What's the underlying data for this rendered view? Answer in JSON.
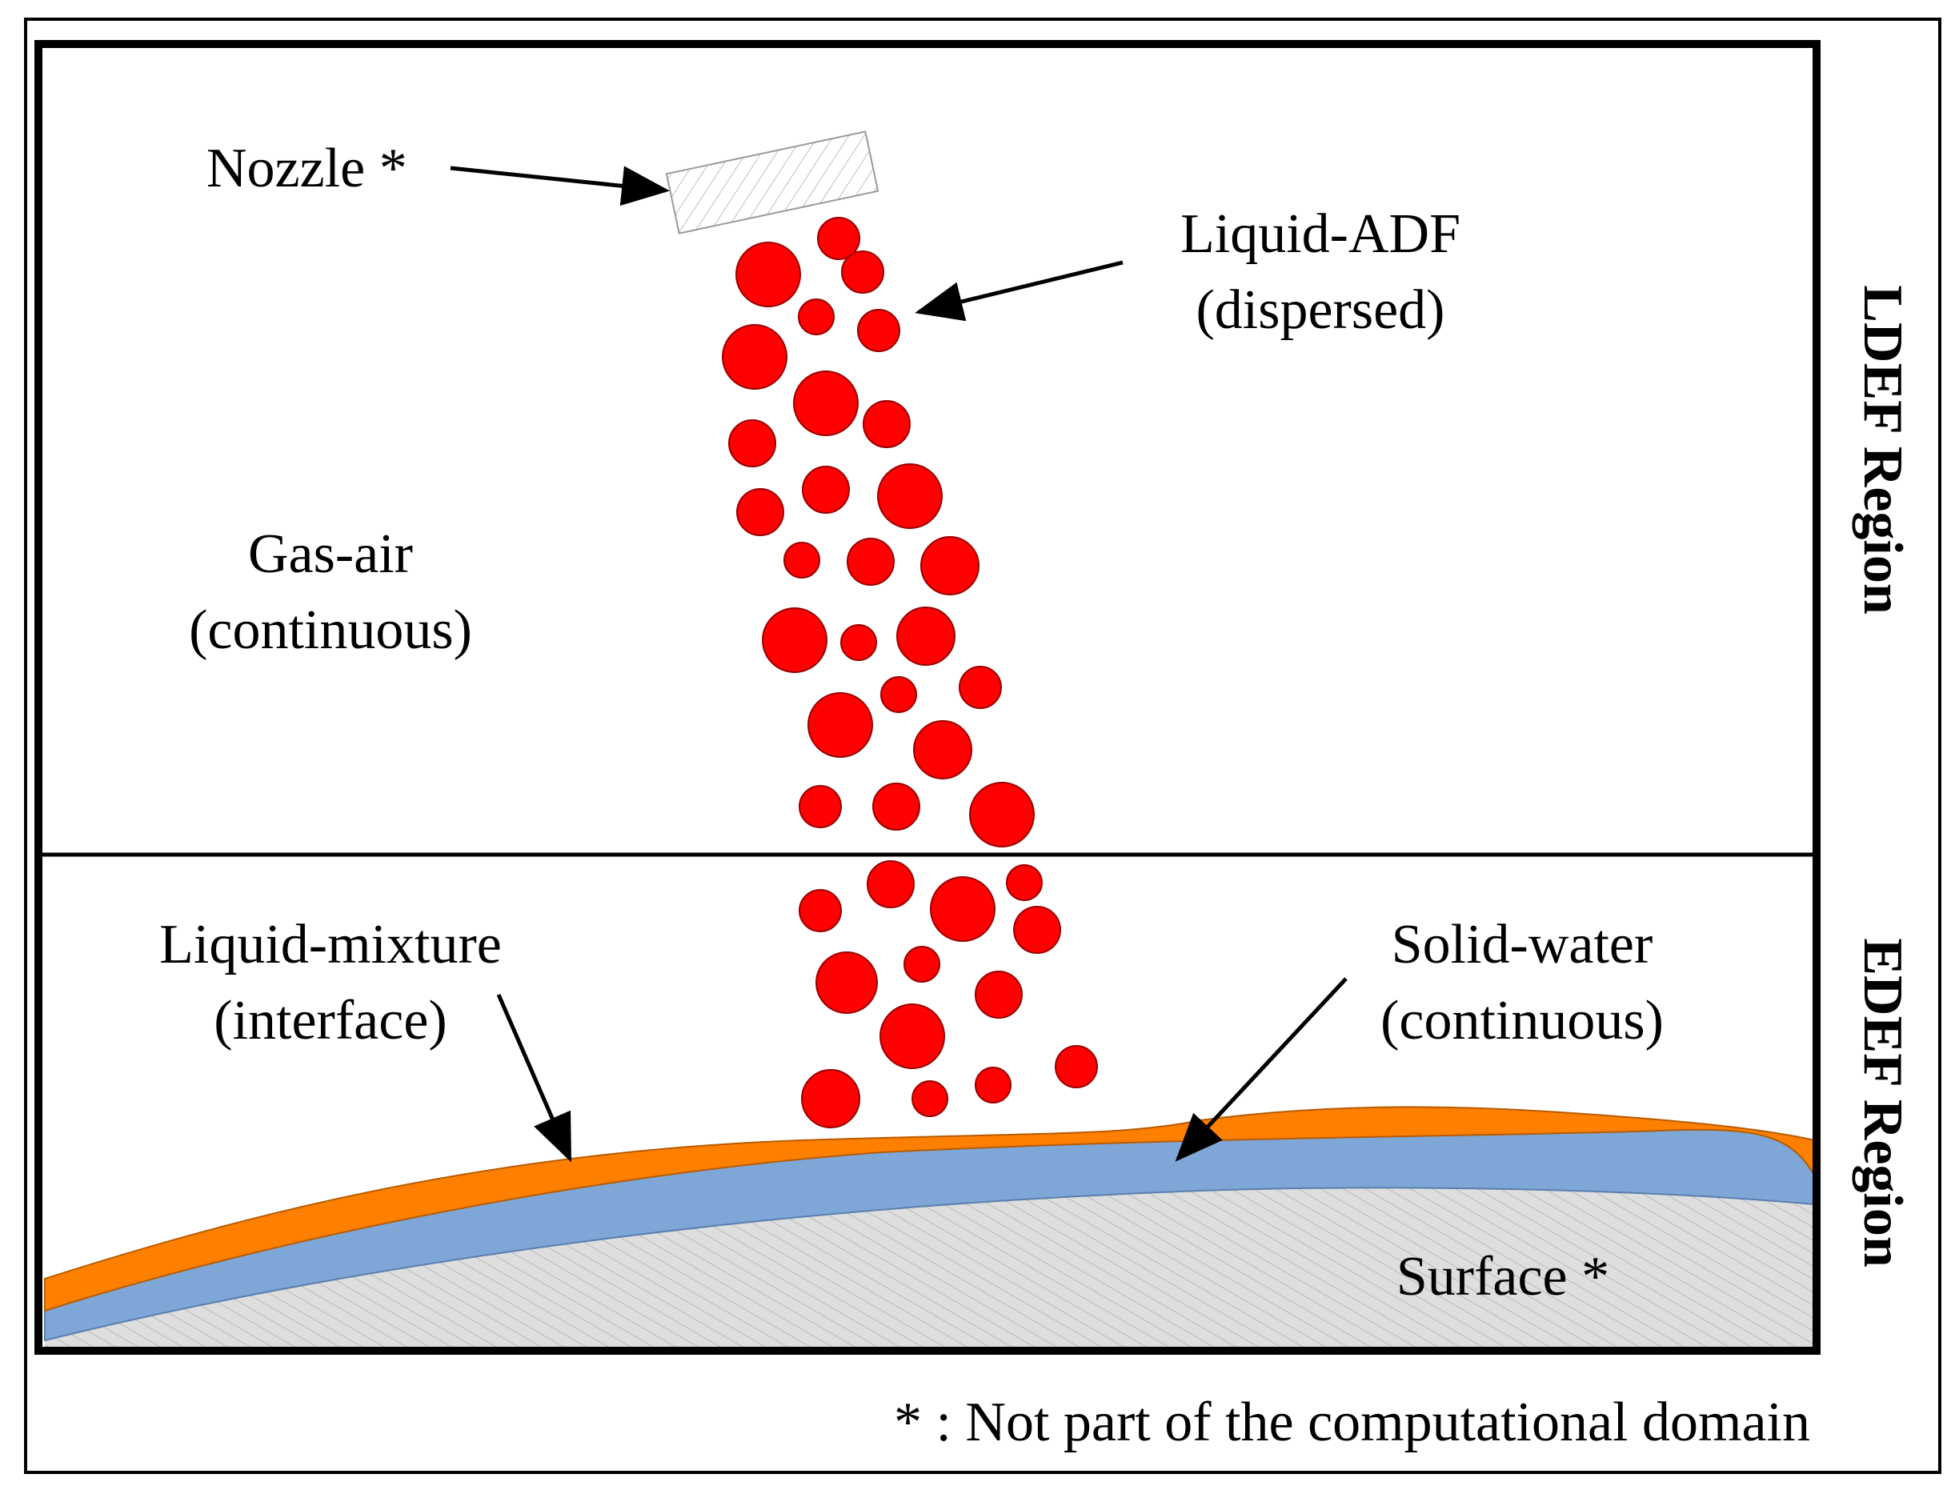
{
  "labels": {
    "nozzle": "Nozzle *",
    "liquid_adf_line1": "Liquid-ADF",
    "liquid_adf_line2": "(dispersed)",
    "gas_air_line1": "Gas-air",
    "gas_air_line2": "(continuous)",
    "liquid_mixture_line1": "Liquid-mixture",
    "liquid_mixture_line2": "(interface)",
    "solid_water_line1": "Solid-water",
    "solid_water_line2": "(continuous)",
    "surface": "Surface *",
    "footnote": "* : Not part of the computational domain"
  },
  "regions": {
    "upper": "LDEF Region",
    "lower": "EDEF Region"
  },
  "colors": {
    "droplet": "#ff0000",
    "droplet_stroke": "#9a0000",
    "mixture_layer": "#ff8000",
    "water_layer": "#7ea6d6",
    "surface_fill": "#dedede",
    "frame": "#000000"
  }
}
